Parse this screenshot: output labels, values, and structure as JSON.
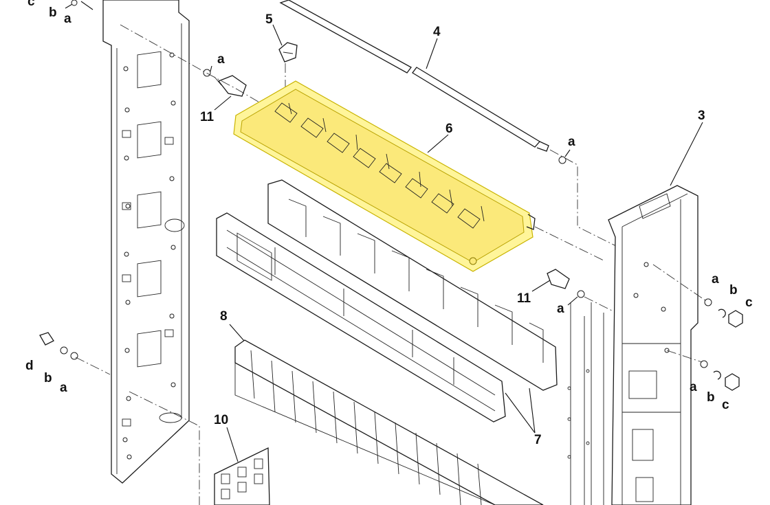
{
  "callouts": {
    "c_topleft": "c",
    "b_topleft": "b",
    "a_topleft": "a",
    "n5": "5",
    "n4": "4",
    "n3": "3",
    "n6": "6",
    "a_left_pin": "a",
    "n11_left": "11",
    "a_rod": "a",
    "n11_right": "11",
    "a_right_pin": "a",
    "a_right_upper": "a",
    "b_right_upper": "b",
    "c_right_upper": "c",
    "a_right_lower": "a",
    "b_right_lower": "b",
    "c_right_lower": "c",
    "d_left": "d",
    "b_left": "b",
    "a_left": "a",
    "n8": "8",
    "n7": "7",
    "n10": "10"
  },
  "colors": {
    "highlight": "#fff59a",
    "line": "#1a1a1a"
  }
}
